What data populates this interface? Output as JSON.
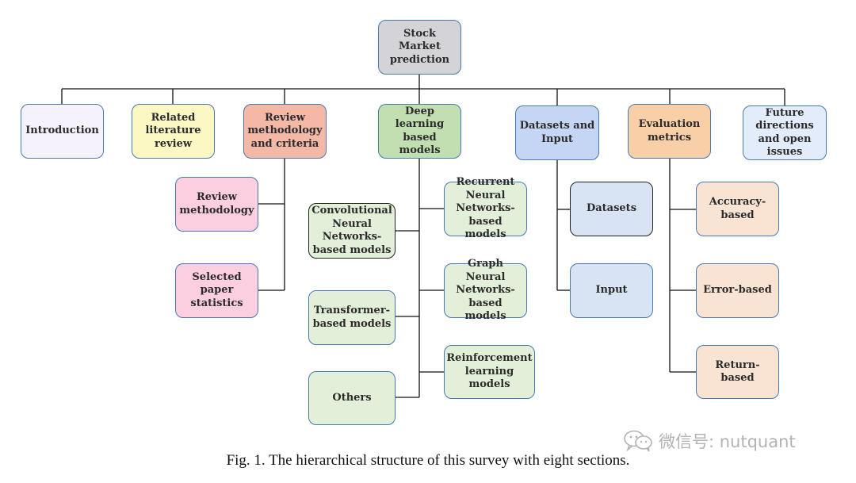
{
  "root": {
    "label": "Stock\nMarket\nprediction"
  },
  "sections": {
    "introduction": "Introduction",
    "related_literature_review": "Related\nliterature\nreview",
    "review_methodology_criteria": "Review\nmethodology\nand criteria",
    "deep_learning_models": "Deep\nlearning\nbased models",
    "datasets_and_input": "Datasets and\nInput",
    "evaluation_metrics": "Evaluation\nmetrics",
    "future_directions": "Future\ndirections\nand open\nissues"
  },
  "review_children": {
    "review_methodology": "Review\nmethodology",
    "selected_paper_statistics": "Selected\npaper\nstatistics"
  },
  "deep_learning_children": {
    "cnn": "Convolutional\nNeural\nNetworks-\nbased models",
    "rnn": "Recurrent\nNeural\nNetworks-\nbased models",
    "gnn": "Graph\nNeural\nNetworks-\nbased models",
    "transformer": "Transformer-\nbased models",
    "reinforcement": "Reinforcement\nlearning\nmodels",
    "others": "Others"
  },
  "datasets_children": {
    "datasets": "Datasets",
    "input": "Input"
  },
  "evaluation_children": {
    "accuracy": "Accuracy-\nbased",
    "error": "Error-based",
    "return": "Return-based"
  },
  "caption": "Fig. 1.  The hierarchical structure of this survey with eight sections.",
  "watermark": "微信号: nutquant",
  "colors": {
    "root": "#d3d3d8",
    "introduction": "#f6f2fb",
    "related_literature_review": "#fbf8c4",
    "review": "#f4b9a6",
    "review_children": "#fbcfdf",
    "deep_learning": "#c1dfb1",
    "deep_learning_children": "#e3f0d9",
    "datasets": "#c4d6f4",
    "datasets_children": "#d8e3f4",
    "evaluation": "#f9cfa8",
    "evaluation_children": "#f9e3d2",
    "future": "#e3ecfb",
    "border": "#4a78b5"
  }
}
